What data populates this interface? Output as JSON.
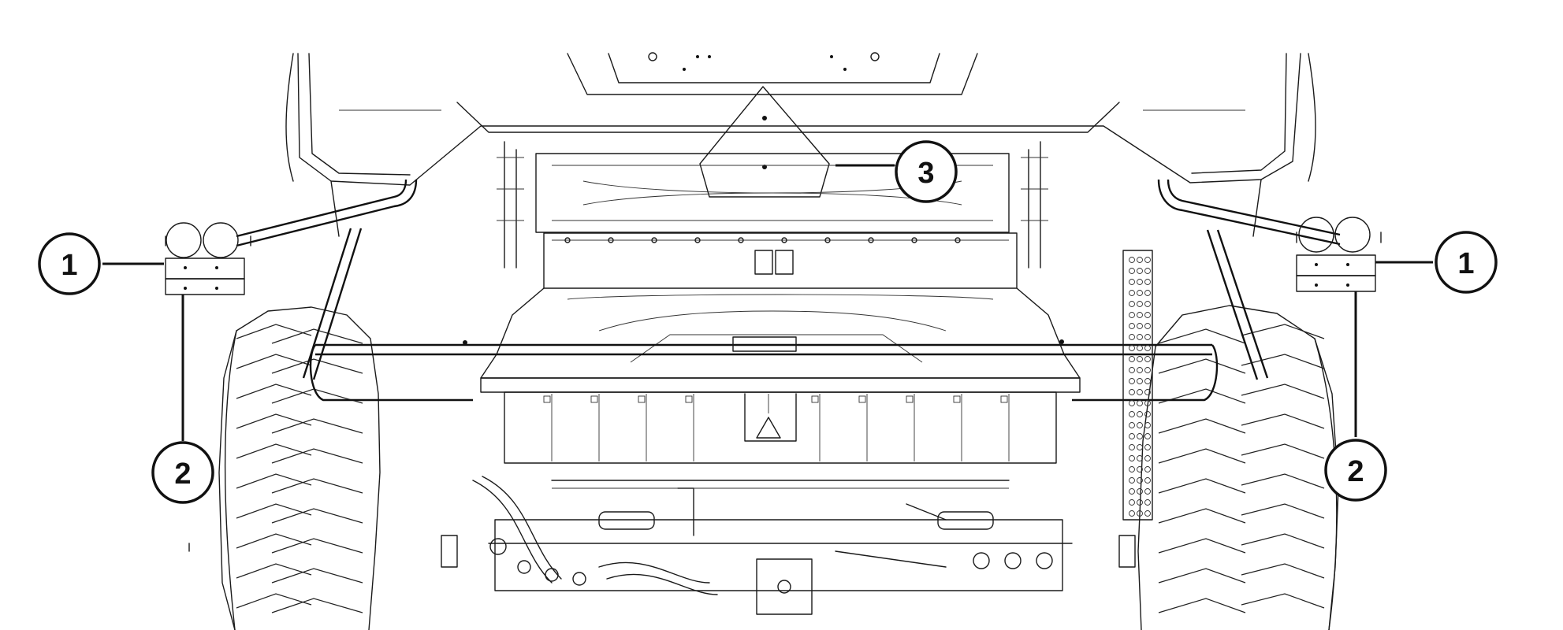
{
  "callouts": {
    "left_lamp": "1",
    "right_lamp": "1",
    "left_bracket": "2",
    "right_bracket": "2",
    "center_plate": "3"
  },
  "icons": [
    "vehicle-front-line-drawing"
  ]
}
